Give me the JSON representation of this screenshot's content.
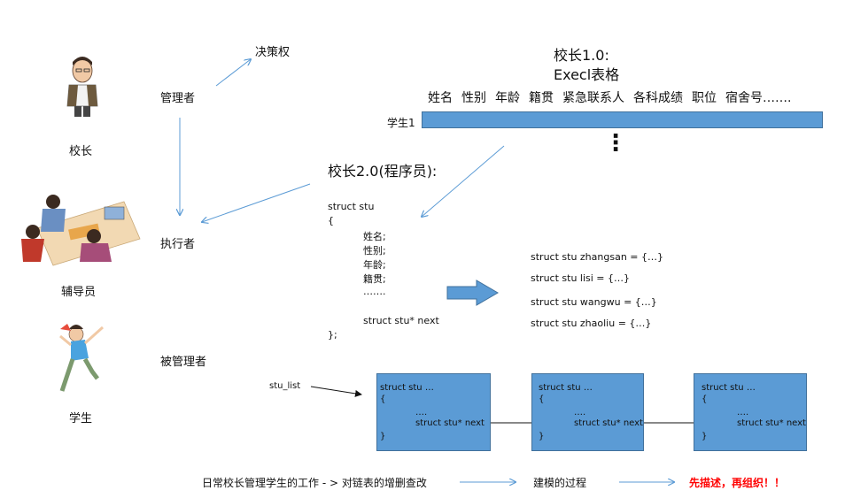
{
  "roles": {
    "principal": "校长",
    "counselor": "辅导员",
    "student": "学生",
    "manager": "管理者",
    "decision": "决策权",
    "executor": "执行者",
    "managed": "被管理者"
  },
  "v1": {
    "title_line1": "校长1.0:",
    "title_line2": "Execl表格",
    "columns": [
      "姓名",
      "性别",
      "年龄",
      "籍贯",
      "紧急联系人",
      "各科成绩",
      "职位",
      "宿舍号……."
    ],
    "row_label": "学生1",
    "vdots": "⋮"
  },
  "v2": {
    "title": "校长2.0(程序员):",
    "struct_lines": [
      "struct stu",
      "{",
      "姓名;",
      "性别;",
      "年龄;",
      "籍贯;",
      "…….",
      "struct stu* next",
      "};"
    ]
  },
  "instances": [
    "struct stu zhangsan = {…}",
    "struct stu lisi = {…}",
    "struct stu wangwu = {…}",
    "struct stu zhaoliu = {…}"
  ],
  "list": {
    "head_label": "stu_list",
    "node_lines": [
      "struct stu …",
      "{",
      "….",
      "struct stu* next",
      "}"
    ]
  },
  "bottom": {
    "part1": "日常校长管理学生的工作 - > 对链表的增删查改",
    "part2": "建模的过程",
    "part3": "先描述，再组织！！"
  },
  "colors": {
    "bar": "#5b9bd5",
    "arrow": "#5b9bd5",
    "emphasis": "#ff0000"
  }
}
